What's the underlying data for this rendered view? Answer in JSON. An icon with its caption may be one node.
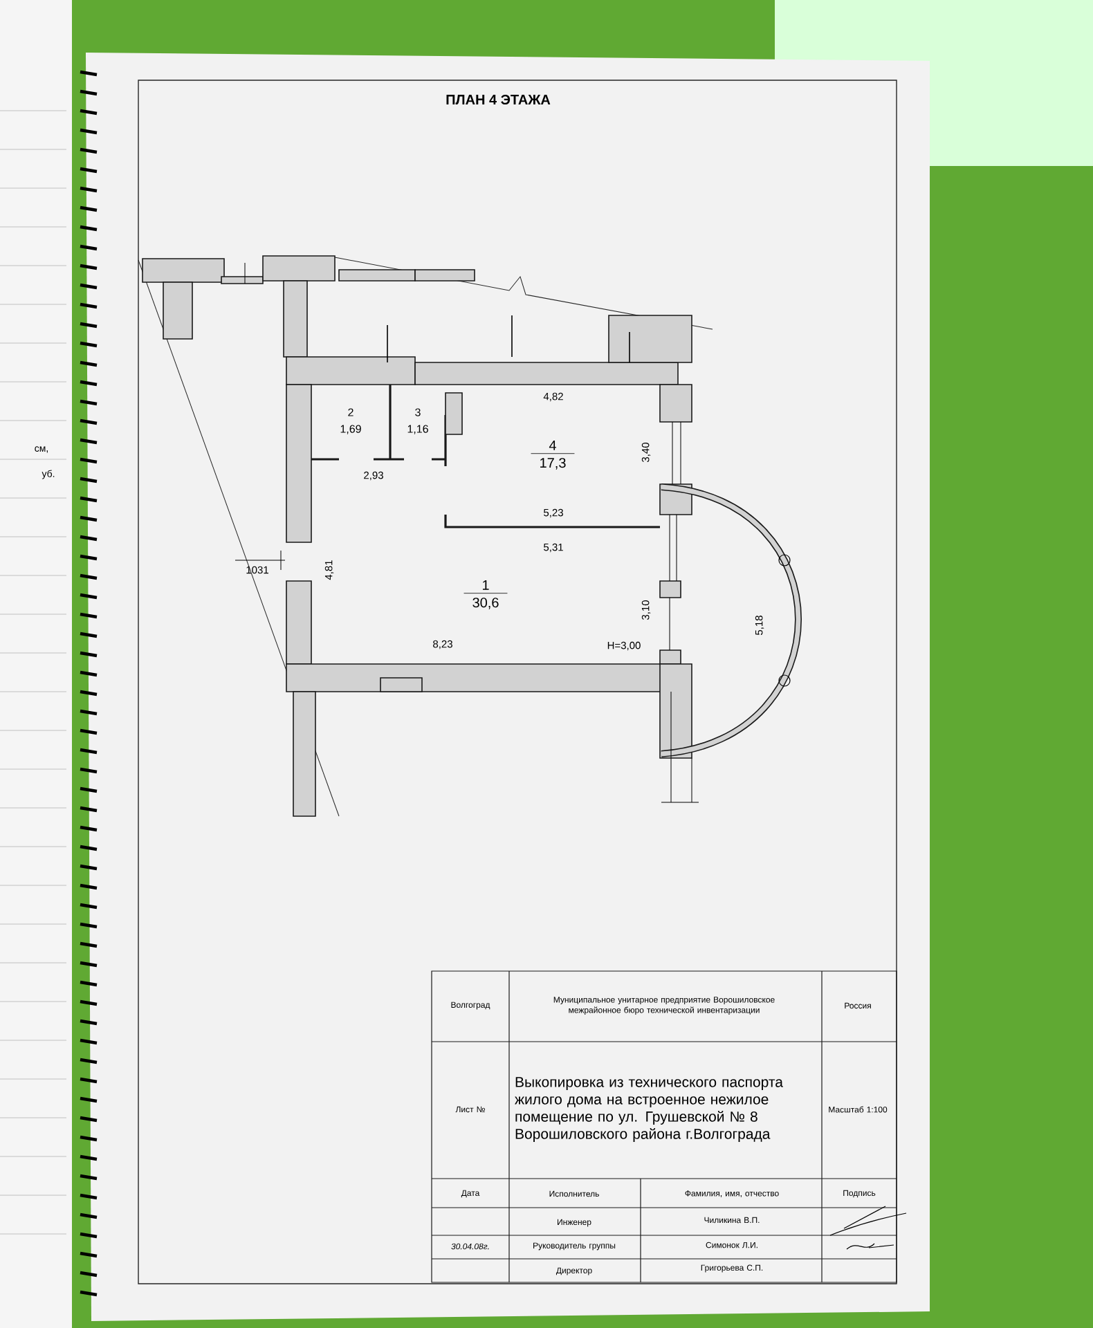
{
  "diagram": {
    "title": "ПЛАН 4 ЭТАЖА",
    "nodes": [
      {
        "text": [
          "2",
          "1,69"
        ]
      },
      {
        "text": [
          "3",
          "1,16"
        ]
      },
      {
        "text": [
          "4",
          "17,3"
        ]
      },
      {
        "text": [
          "1",
          "30,6"
        ]
      }
    ],
    "labels": [
      "4,82",
      "2,93",
      "3,40",
      "5,23",
      "1031",
      "5,31",
      "4,81",
      "3,10",
      "5,18",
      "8,23",
      "H=3,00",
      "Волгоград",
      "Муниципальное унитарное предприятие Ворошиловское межрайонное бюро технической инвентаризации",
      "Россия",
      "Лист №",
      "Выкопировка из технического паспорта жилого дома на встроенное нежилое помещение по ул. Грушевской № 8 Ворошиловского района г.Волгограда",
      "Масштаб 1:100",
      "Дата",
      "Исполнитель",
      "Фамилия, имя, отчество",
      "Подпись",
      "Инженер",
      "Чиликина В.П.",
      "30.04.08г.",
      "Руководитель группы",
      "Симонок Л.И.",
      "Директор",
      "Григорьева С.П.",
      "см,",
      "уб."
    ]
  }
}
